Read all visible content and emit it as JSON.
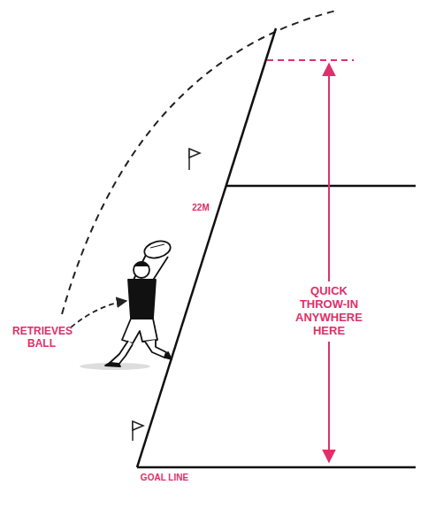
{
  "diagram": {
    "labels": [
      "22M",
      "RETRIEVES BALL",
      "QUICK THROW-IN ANYWHERE HERE",
      "GOAL LINE"
    ]
  }
}
